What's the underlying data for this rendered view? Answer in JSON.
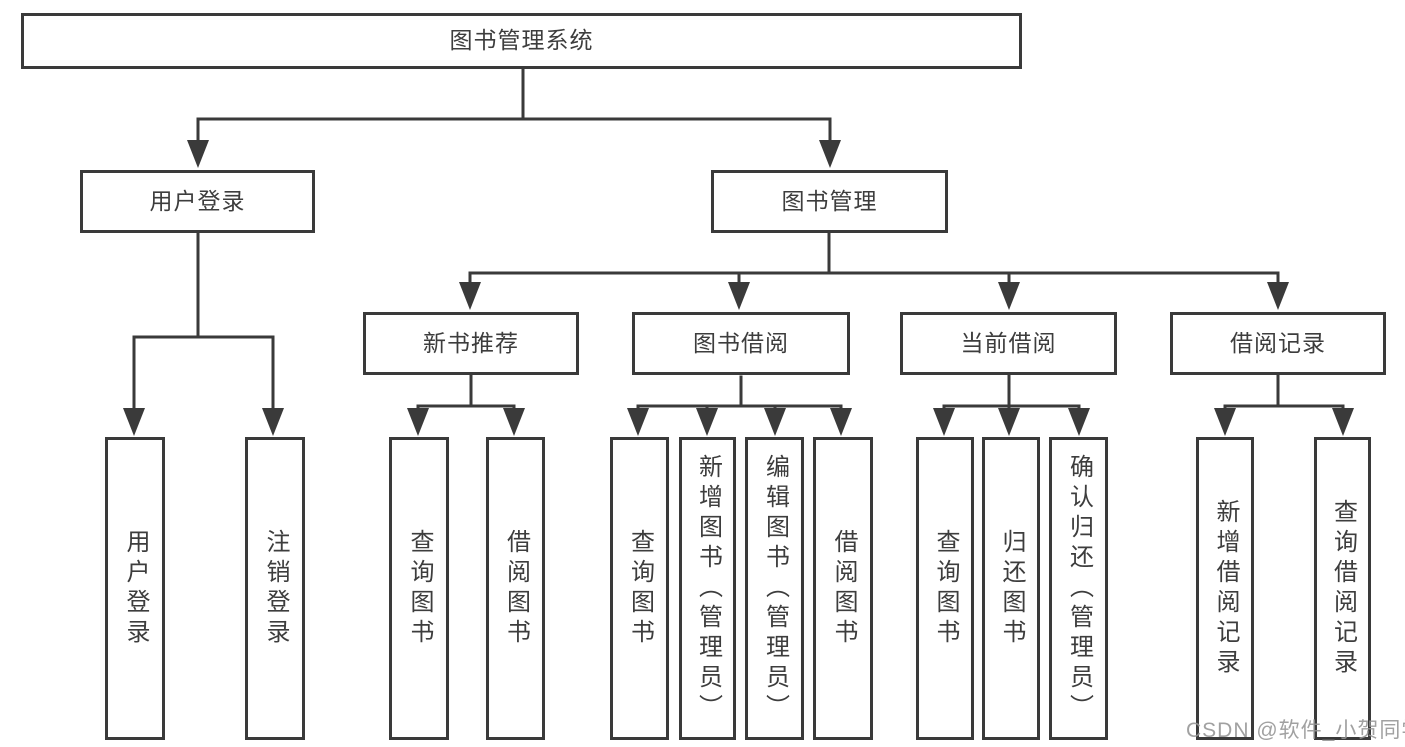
{
  "diagram": {
    "tree": {
      "root": {
        "label": "图书管理系统",
        "children": [
          {
            "label": "用户登录",
            "children": [
              {
                "label": "用户登录"
              },
              {
                "label": "注销登录"
              }
            ]
          },
          {
            "label": "图书管理",
            "children": [
              {
                "label": "新书推荐",
                "children": [
                  {
                    "label": "查询图书"
                  },
                  {
                    "label": "借阅图书"
                  }
                ]
              },
              {
                "label": "图书借阅",
                "children": [
                  {
                    "label": "查询图书"
                  },
                  {
                    "label": "新增图书（管理员）"
                  },
                  {
                    "label": "编辑图书（管理员）"
                  },
                  {
                    "label": "借阅图书"
                  }
                ]
              },
              {
                "label": "当前借阅",
                "children": [
                  {
                    "label": "查询图书"
                  },
                  {
                    "label": "归还图书"
                  },
                  {
                    "label": "确认归还（管理员）"
                  }
                ]
              },
              {
                "label": "借阅记录",
                "children": [
                  {
                    "label": "新增借阅记录"
                  },
                  {
                    "label": "查询借阅记录"
                  }
                ]
              }
            ]
          }
        ]
      }
    },
    "colors": {
      "line": "#3a3a3a",
      "text": "#3d3d3d",
      "background": "#ffffff",
      "watermark": "#949494"
    }
  },
  "watermark": {
    "text": "CSDN @软件_小贺同学"
  }
}
